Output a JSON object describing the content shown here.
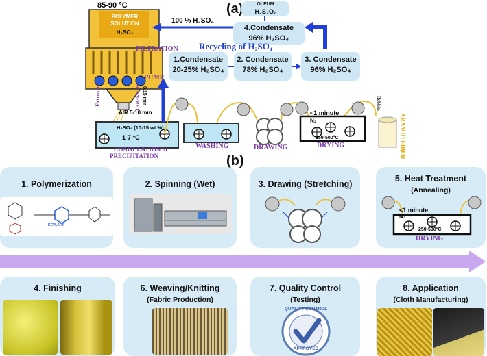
{
  "panel_a": {
    "tag": "(a)",
    "temperature": "85-90 °C",
    "reactor": {
      "line1": "POLYMER",
      "line2": "SOLUTION",
      "acid": "H₂SO₄"
    },
    "filtration": "FILTRATION",
    "pump": "PUMP",
    "spinneret": "SPINNERET",
    "spinneret_size": "0.15 mm",
    "extrusion": "Extrusion",
    "air_gap": "AIR 5-10 mm",
    "bath": {
      "acid": "H₂SO₄ (10-15 wt %)",
      "temp": "1-7 °C",
      "label1": "COAGULATION or",
      "label2": "PRECIPITATION"
    },
    "washing": "WASHING",
    "drawing": "DRAWING",
    "drying": "DRYING",
    "dryer": {
      "time": "<1 minute",
      "gas": "N₂",
      "temp": "250-500°C"
    },
    "bobbin": "Bobbin",
    "aramid_fiber": "ARAMID FIBER",
    "oleum": {
      "label": "OLEUM",
      "formula": "H₂S₂O₇"
    },
    "sulfuric_100": "100 % H₂SO₄",
    "recycling": "Recycling of H₂SO₄",
    "condensates": [
      {
        "line1": "1.Condensate",
        "line2": "20-25% H₂SO₄"
      },
      {
        "line1": "2. Condensate",
        "line2": "78% H₂SO₄"
      },
      {
        "line1": "3. Condensate",
        "line2": "96% H₂SO₄"
      },
      {
        "line1": "4.Condensate",
        "line2": "96% H₂SO₄"
      }
    ]
  },
  "panel_b": {
    "tag": "(b)",
    "cards": [
      {
        "title": "1. Polymerization",
        "sub": ""
      },
      {
        "title": "2. Spinning (Wet)",
        "sub": ""
      },
      {
        "title": "3. Drawing (Stretching)",
        "sub": ""
      },
      {
        "title": "5. Heat Treatment",
        "sub": "(Annealing)"
      },
      {
        "title": "4. Finishing",
        "sub": ""
      },
      {
        "title": "6. Weaving/Knitting",
        "sub": "(Fabric Production)"
      },
      {
        "title": "7. Quality Control",
        "sub": "(Testing)"
      },
      {
        "title": "8. Application",
        "sub": "(Cloth Manufacturing)"
      }
    ],
    "kevlar": "KEVLAR®",
    "heat_time": "<1 minute",
    "heat_gas": "N₂",
    "heat_temp": "250-500°C",
    "heat_label": "DRYING",
    "qc_badge": {
      "top": "QUALITY CONTROL",
      "bottom": "APPROVED"
    }
  },
  "colors": {
    "card": "#d7ebf7",
    "cond_box": "#cfe7f5",
    "arrow_blue": "#1f3fd6",
    "purple_label": "#7c3aa8",
    "timeline": "#c9a8ef",
    "fiber": "#e9c23c"
  }
}
